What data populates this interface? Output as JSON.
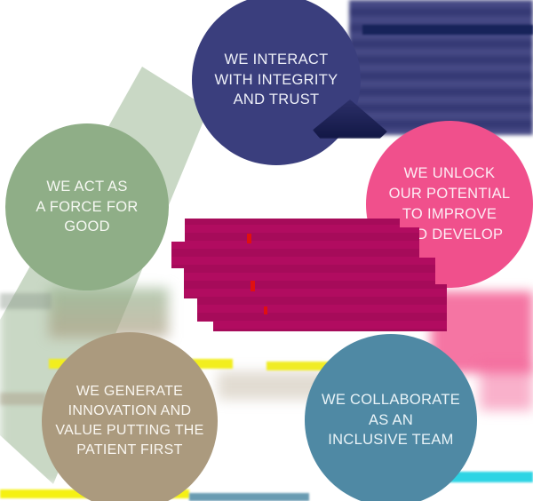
{
  "diagram": {
    "kind": "values-bubble-infographic",
    "background_color": "#ffffff",
    "bubbles": [
      {
        "id": "integrity-and-trust",
        "position": "top-center",
        "color": "#3a3e7d",
        "text_color": "#eef0f8",
        "text": "WE INTERACT\nWITH INTEGRITY\nAND TRUST"
      },
      {
        "id": "unlock-potential",
        "position": "middle-right",
        "color": "#f0508c",
        "text_color": "#fdeef5",
        "text": "WE UNLOCK\nOUR POTENTIAL\nTO IMPROVE\nAND DEVELOP"
      },
      {
        "id": "force-for-good",
        "position": "middle-left",
        "color": "#8fae87",
        "text_color": "#f6f8f3",
        "text": "WE ACT AS\nA FORCE FOR\nGOOD"
      },
      {
        "id": "innovation-patient-first",
        "position": "bottom-left",
        "color": "#ab9a7e",
        "text_color": "#faf7f1",
        "text": "WE GENERATE\nINNOVATION AND\nVALUE PUTTING THE\nPATIENT FIRST"
      },
      {
        "id": "inclusive-team",
        "position": "bottom-right",
        "color": "#4f89a4",
        "text_color": "#eaf4f8",
        "text": "WE COLLABORATE\nAS AN\nINCLUSIVE TEAM"
      }
    ],
    "center_text": {
      "legible": false,
      "appearance": "pixelated illegible text block",
      "color": "#b10c60"
    }
  }
}
